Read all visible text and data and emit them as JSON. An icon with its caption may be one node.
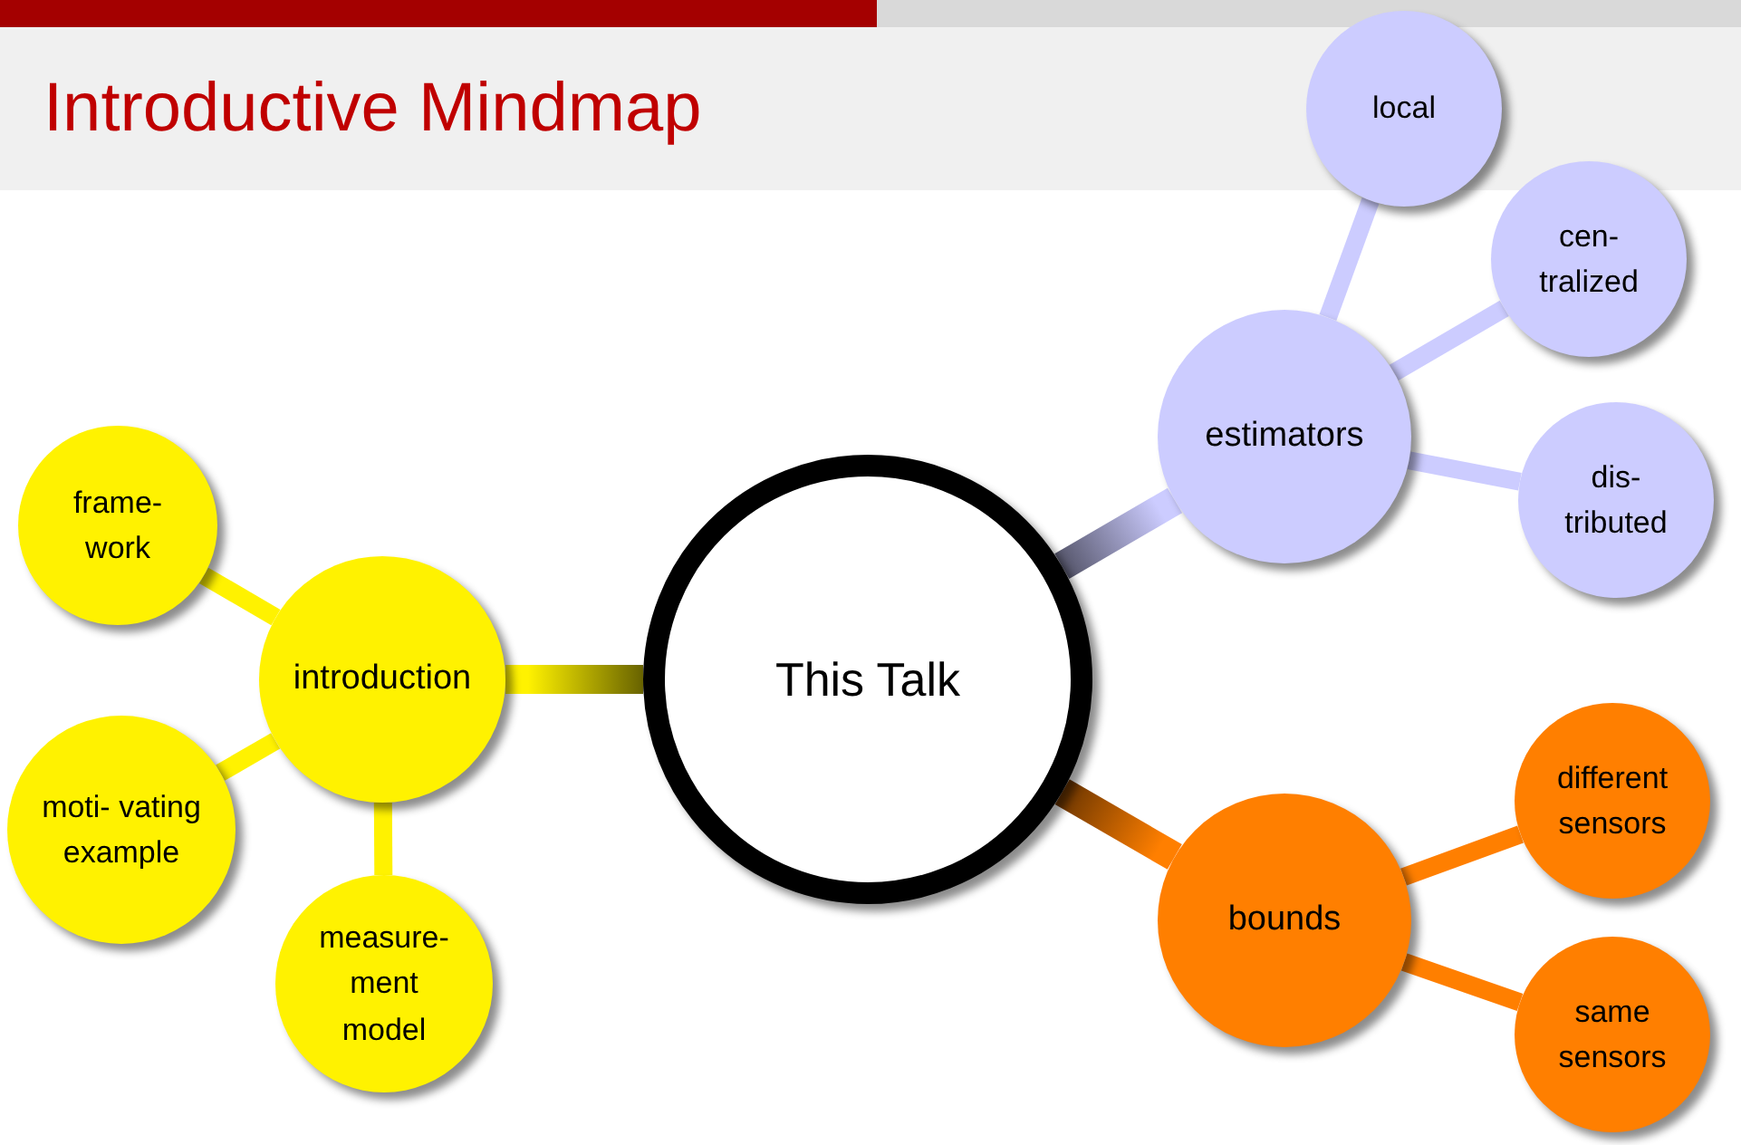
{
  "diagram": {
    "title": "Introductive Mindmap",
    "nodes": [
      {
        "text": [
          "This Talk"
        ]
      },
      {
        "text": [
          "introduction"
        ]
      },
      {
        "text": [
          "frame- work"
        ]
      },
      {
        "text": [
          "moti- vating example"
        ]
      },
      {
        "text": [
          "measure- ment model"
        ]
      },
      {
        "text": [
          "estimators"
        ]
      },
      {
        "text": [
          "local"
        ]
      },
      {
        "text": [
          "cen- tralized"
        ]
      },
      {
        "text": [
          "dis- tributed"
        ]
      },
      {
        "text": [
          "bounds"
        ]
      },
      {
        "text": [
          "different sensors"
        ]
      },
      {
        "text": [
          "same sensors"
        ]
      }
    ],
    "edges": [
      {
        "from": 0,
        "to": 1,
        "arrow": "none"
      },
      {
        "from": 1,
        "to": 2,
        "arrow": "none"
      },
      {
        "from": 1,
        "to": 3,
        "arrow": "none"
      },
      {
        "from": 1,
        "to": 4,
        "arrow": "none"
      },
      {
        "from": 0,
        "to": 5,
        "arrow": "none"
      },
      {
        "from": 5,
        "to": 6,
        "arrow": "none"
      },
      {
        "from": 5,
        "to": 7,
        "arrow": "none"
      },
      {
        "from": 5,
        "to": 8,
        "arrow": "none"
      },
      {
        "from": 0,
        "to": 9,
        "arrow": "none"
      },
      {
        "from": 9,
        "to": 10,
        "arrow": "none"
      },
      {
        "from": 9,
        "to": 11,
        "arrow": "none"
      }
    ]
  }
}
